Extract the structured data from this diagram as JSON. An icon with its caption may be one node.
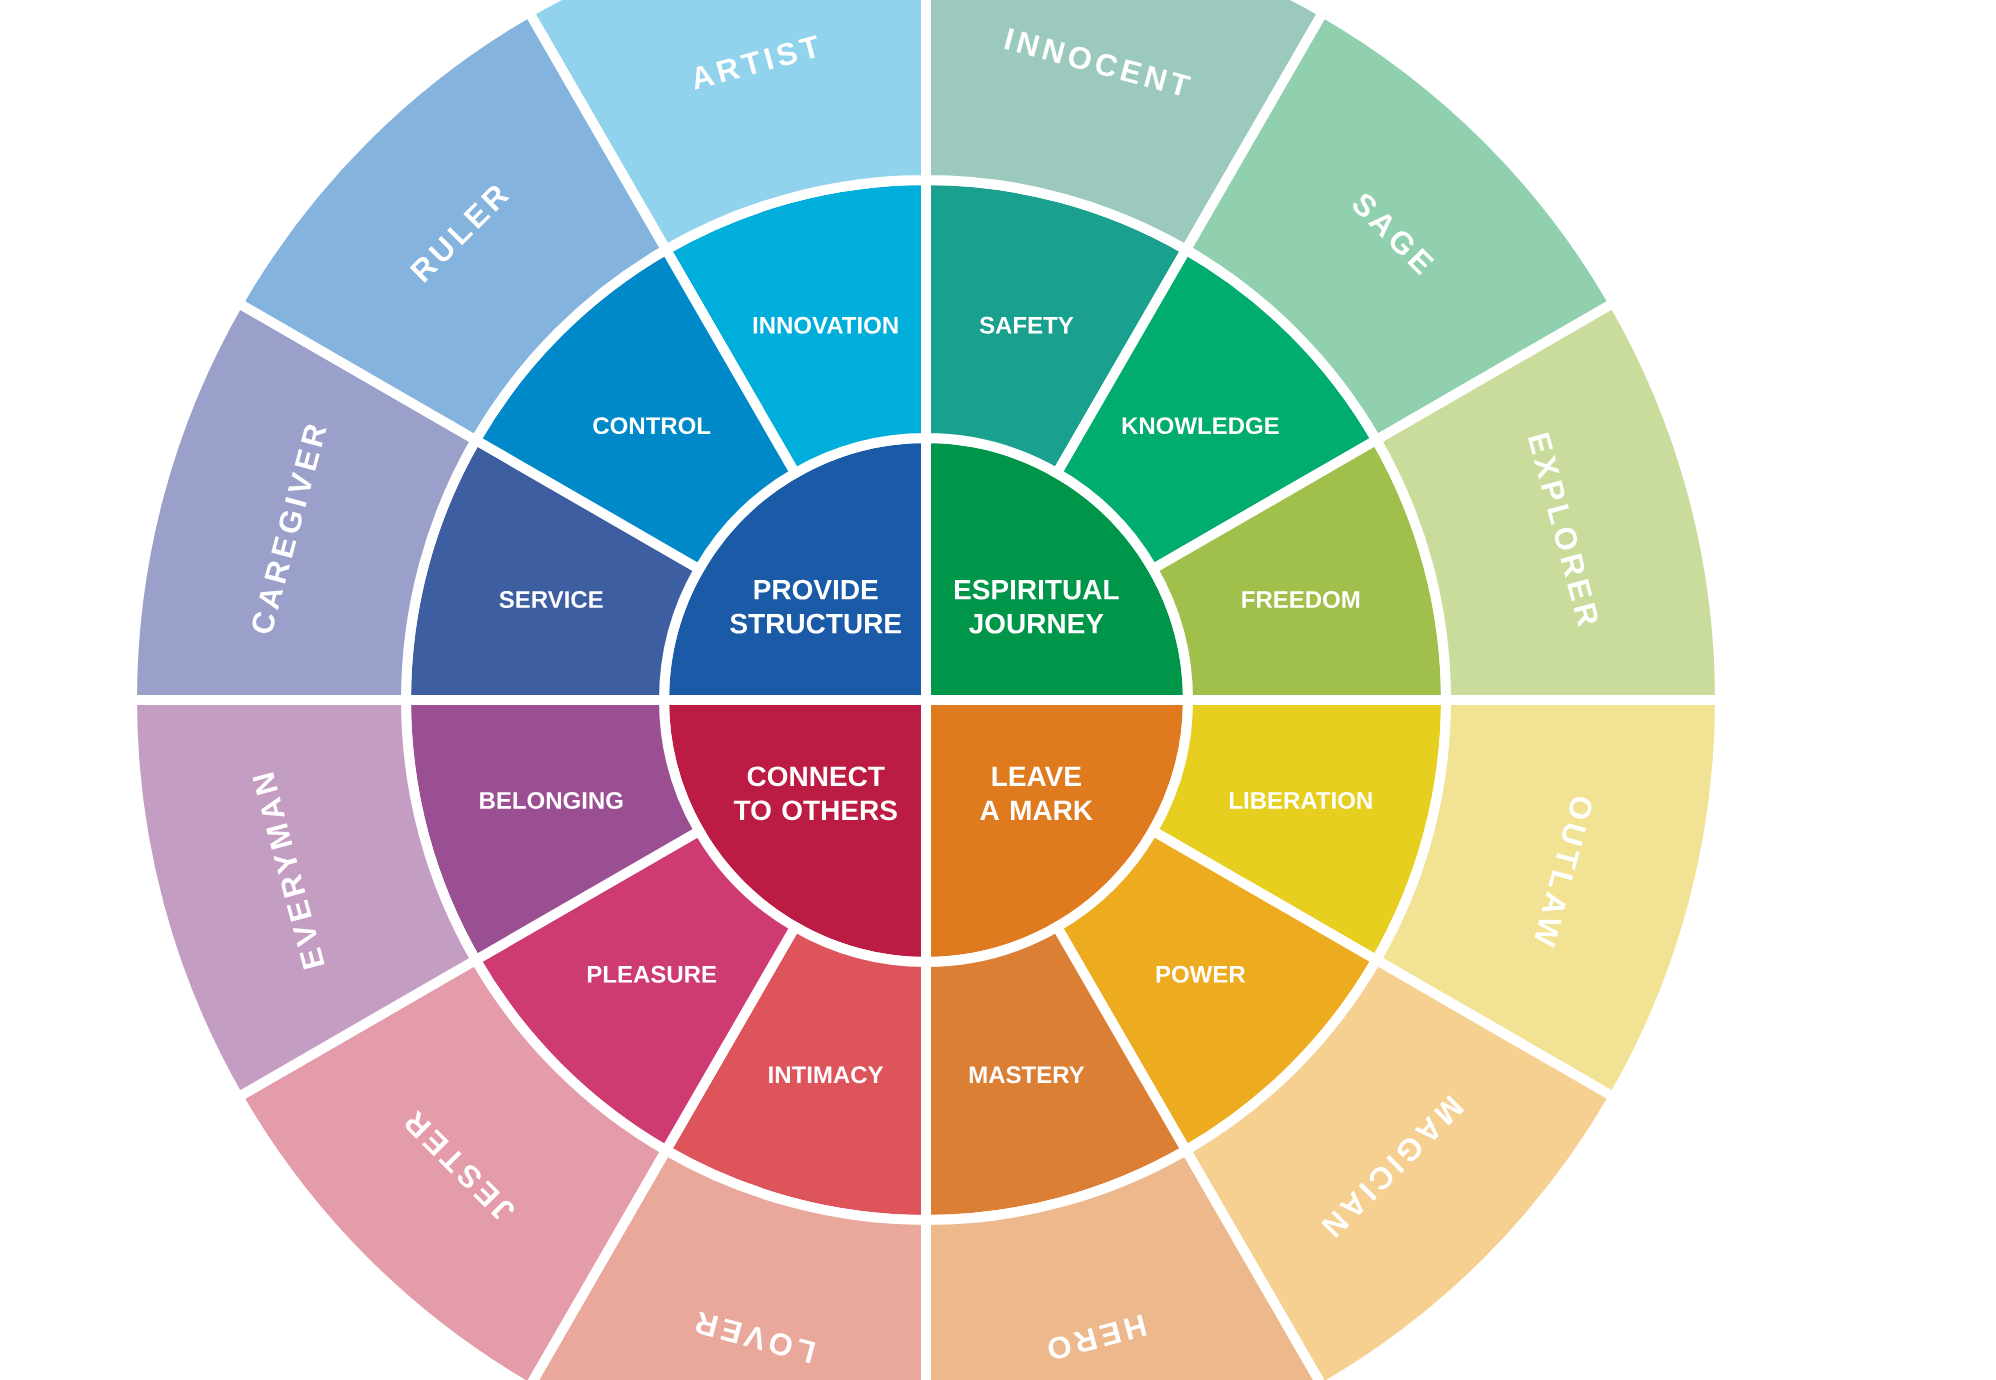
{
  "diagram": {
    "nodes": [
      {
        "text": [
          "PROVIDE STRUCTURE"
        ]
      },
      {
        "text": [
          "ESPIRITUAL JOURNEY"
        ]
      },
      {
        "text": [
          "CONNECT TO OTHERS"
        ]
      },
      {
        "text": [
          "LEAVE A MARK"
        ]
      },
      {
        "text": [
          "INNOVATION"
        ]
      },
      {
        "text": [
          "SAFETY"
        ]
      },
      {
        "text": [
          "KNOWLEDGE"
        ]
      },
      {
        "text": [
          "FREEDOM"
        ]
      },
      {
        "text": [
          "LIBERATION"
        ]
      },
      {
        "text": [
          "POWER"
        ]
      },
      {
        "text": [
          "MASTERY"
        ]
      },
      {
        "text": [
          "INTIMACY"
        ]
      },
      {
        "text": [
          "PLEASURE"
        ]
      },
      {
        "text": [
          "BELONGING"
        ]
      },
      {
        "text": [
          "SERVICE"
        ]
      },
      {
        "text": [
          "CONTROL"
        ]
      },
      {
        "text": [
          "ARTIST"
        ]
      },
      {
        "text": [
          "INNOCENT"
        ]
      },
      {
        "text": [
          "SAGE"
        ]
      },
      {
        "text": [
          "EXPLORER"
        ]
      },
      {
        "text": [
          "OUTLAW"
        ]
      },
      {
        "text": [
          "MAGICIAN"
        ]
      },
      {
        "text": [
          "HERO"
        ]
      },
      {
        "text": [
          "LOVER"
        ]
      },
      {
        "text": [
          "JESTER"
        ]
      },
      {
        "text": [
          "EVERYMAN"
        ]
      },
      {
        "text": [
          "CAREGIVER"
        ]
      },
      {
        "text": [
          "RULER"
        ]
      }
    ]
  }
}
